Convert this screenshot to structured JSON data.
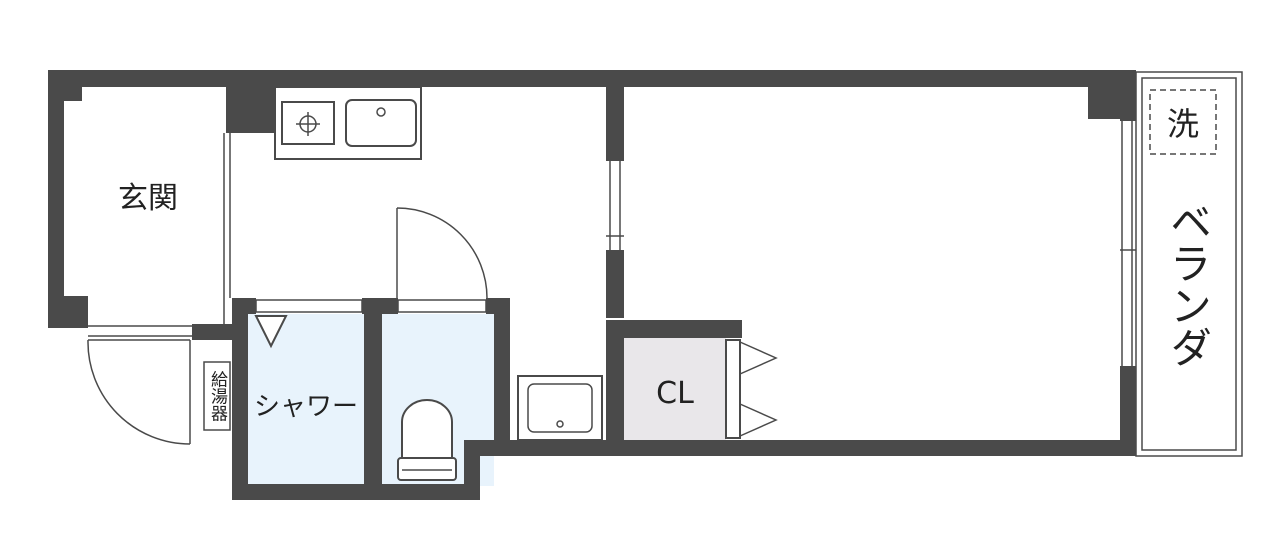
{
  "rooms": {
    "entrance": "玄関",
    "shower": "シャワー",
    "closet": "CL",
    "veranda": "ベランダ",
    "washer": "洗",
    "water_heater": "給湯器"
  },
  "colors": {
    "wall": "#4a4a4a",
    "wet_area": "#e8f3fc",
    "closet": "#e9e7ea",
    "background": "#ffffff"
  }
}
